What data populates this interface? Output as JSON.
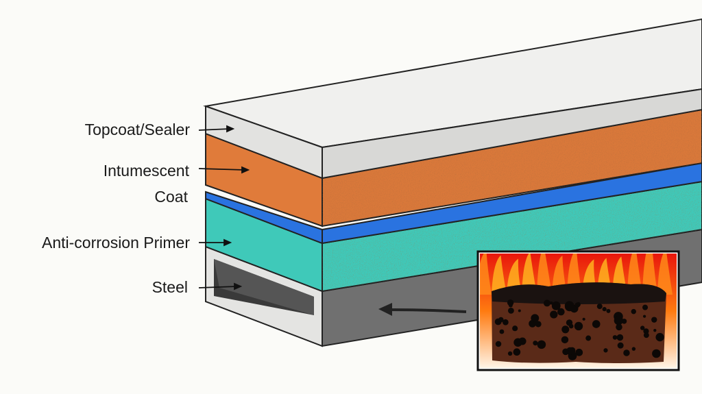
{
  "labels": {
    "topcoat": "Topcoat/Sealer",
    "intumescent_line1": "Intumescent",
    "intumescent_line2": "Coat",
    "primer": "Anti-corrosion Primer",
    "steel": "Steel"
  },
  "colors": {
    "topcoat": "#e6e6e4",
    "intumescent": "#e07b3a",
    "blue_layer": "#2a73e0",
    "primer": "#3fc9b9",
    "steel": "#6e6e6e",
    "fire": "#f23a12",
    "char": "#5a2a18"
  }
}
